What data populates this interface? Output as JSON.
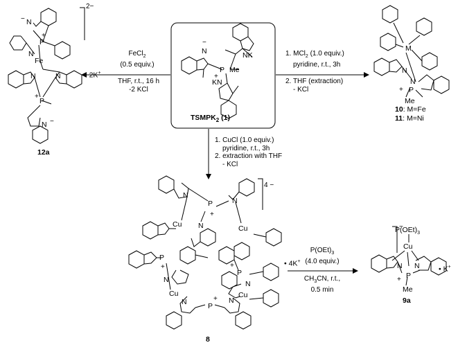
{
  "starting_material": {
    "label_main": "TSMPK",
    "label_sub": "2",
    "label_tail": " (1)"
  },
  "reactions": {
    "fe": {
      "reagent": "FeCl",
      "reagent_sub": "2",
      "equiv": "(0.5 equiv.)",
      "conditions": "THF, r.t., 16 h",
      "byproduct": "-2 KCl"
    },
    "m": {
      "step1": "1. MCl",
      "step1_sub": "2",
      "step1_tail": " (1.0 equiv.)",
      "step1b": "pyridine, r.t., 3h",
      "step2": "2. THF (extraction)",
      "step2b": "- KCl"
    },
    "cu": {
      "step1": "1. CuCl (1.0 equiv.)",
      "step1b": "pyridine, r.t., 3h",
      "step2": "2. extraction with THF",
      "step2b": "- KCl"
    },
    "p": {
      "reagent": "P(OEt)",
      "reagent_sub": "3",
      "equiv": "(4.0 equiv.)",
      "solvent": "CH",
      "solvent_sub": "3",
      "solvent_tail": "CN, r.t.,",
      "time": "0.5 min"
    }
  },
  "products": {
    "p12a": {
      "label": "12a",
      "charge": "2−",
      "counterion": "• 2K",
      "counterion_sup": "+"
    },
    "p10": {
      "label_num": "10",
      "label_rest": ": M=Fe"
    },
    "p11": {
      "label_num": "11",
      "label_rest": ": M=Ni"
    },
    "p8": {
      "label": "8",
      "charge": "4 −",
      "counterion": "• 4K",
      "counterion_sup": "+"
    },
    "p9a": {
      "label": "9a",
      "charge": "−",
      "counterion": "• K",
      "counterion_sup": "+",
      "ligand": "P(OEt)",
      "ligand_sub": "3"
    }
  },
  "atoms": {
    "N": "N",
    "K": "K",
    "NK": "NK",
    "KN": "KN",
    "P": "P",
    "Me": "Me",
    "Fe": "Fe",
    "Cu": "Cu",
    "M": "M",
    "plus": "+",
    "minus": "−"
  }
}
